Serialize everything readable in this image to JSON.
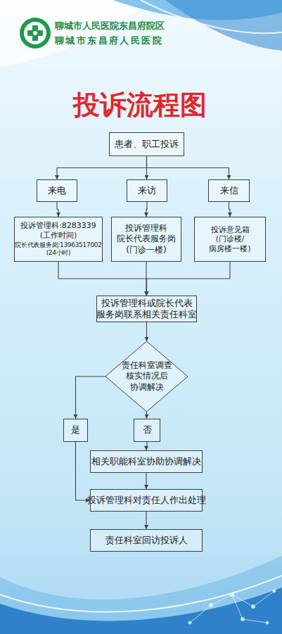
{
  "diagram": {
    "title": "投诉流程图",
    "nodes": [
      {
        "text": [
          "患者、职工投诉"
        ]
      },
      {
        "text": [
          "来电"
        ]
      },
      {
        "text": [
          "来访"
        ]
      },
      {
        "text": [
          "来信"
        ]
      },
      {
        "text": [
          "投诉管理科:8283339 (工作时间)",
          "院长代表服务岗:13963517002 (24小时)"
        ]
      },
      {
        "text": [
          "投诉管理科 院长代表服务岗 (门诊一楼)"
        ]
      },
      {
        "text": [
          "投诉意见箱 (门诊楼/病房楼一楼)"
        ]
      },
      {
        "text": [
          "投诉管理科或院长代表 服务岗联系相关责任科室"
        ]
      },
      {
        "text": [
          "责任科室调查 核实情况后 协调解决"
        ]
      },
      {
        "text": [
          "是"
        ]
      },
      {
        "text": [
          "否"
        ]
      },
      {
        "text": [
          "相关职能科室协助协调解决"
        ]
      },
      {
        "text": [
          "投诉管理科对责任人作出处理"
        ]
      },
      {
        "text": [
          "责任科室回访投诉人"
        ]
      }
    ],
    "edges": [
      {
        "from": 0,
        "to": 1,
        "arrow": "to"
      },
      {
        "from": 0,
        "to": 2,
        "arrow": "to"
      },
      {
        "from": 0,
        "to": 3,
        "arrow": "to"
      },
      {
        "from": 1,
        "to": 4,
        "arrow": "to"
      },
      {
        "from": 2,
        "to": 5,
        "arrow": "to"
      },
      {
        "from": 3,
        "to": 6,
        "arrow": "to"
      },
      {
        "from": 4,
        "to": 7,
        "arrow": "to"
      },
      {
        "from": 5,
        "to": 7,
        "arrow": "to"
      },
      {
        "from": 6,
        "to": 7,
        "arrow": "to"
      },
      {
        "from": 7,
        "to": 8,
        "arrow": "to"
      },
      {
        "from": 8,
        "to": 9,
        "arrow": "to"
      },
      {
        "from": 8,
        "to": 10,
        "arrow": "to"
      },
      {
        "from": 9,
        "to": 12,
        "arrow": "to"
      },
      {
        "from": 10,
        "to": 11,
        "arrow": "to"
      },
      {
        "from": 11,
        "to": 12,
        "arrow": "to"
      },
      {
        "from": 12,
        "to": 13,
        "arrow": "to"
      }
    ],
    "labels": [
      "聊城市人民医院东昌府院区",
      "聊城市东昌府人民医院"
    ]
  }
}
